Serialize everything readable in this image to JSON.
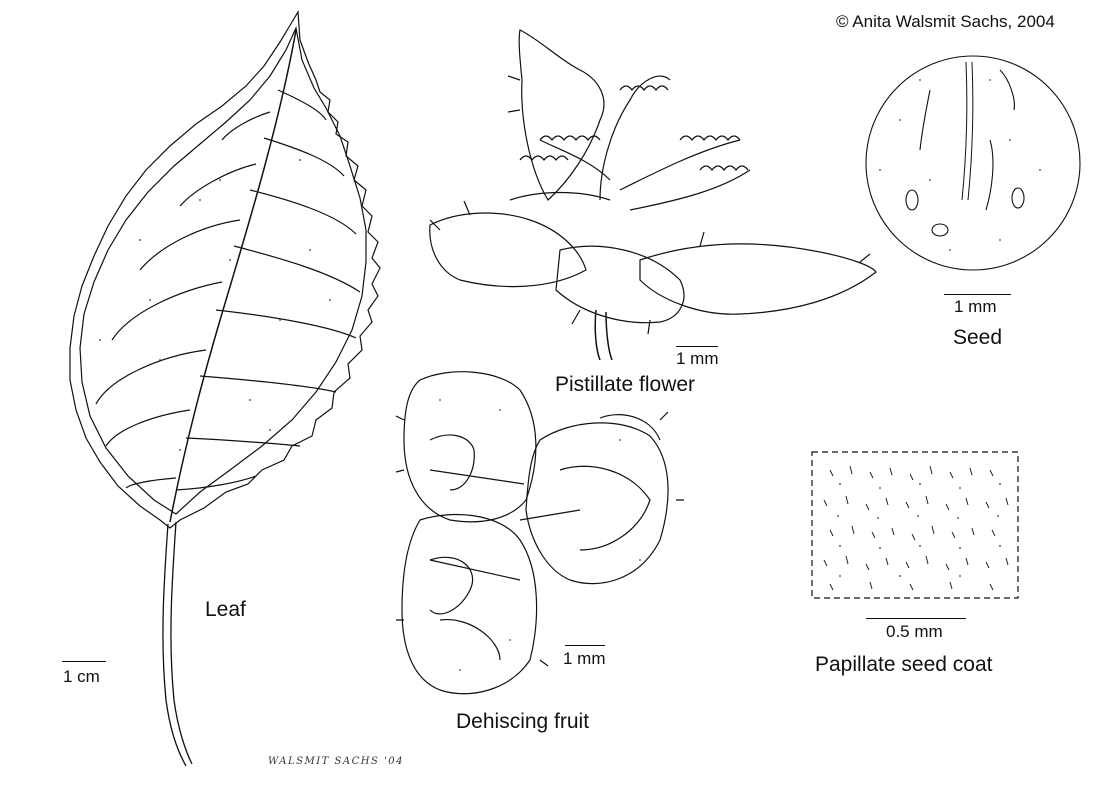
{
  "copyright": "© Anita Walsmit Sachs, 2004",
  "signature": "WALSMIT SACHS '04",
  "figures": [
    {
      "id": "leaf",
      "label": "Leaf",
      "scale": "1 cm"
    },
    {
      "id": "pistillate-flower",
      "label": "Pistillate flower",
      "scale": "1 mm"
    },
    {
      "id": "seed",
      "label": "Seed",
      "scale": "1 mm"
    },
    {
      "id": "dehiscing-fruit",
      "label": "Dehiscing fruit",
      "scale": "1 mm"
    },
    {
      "id": "papillate-seed-coat",
      "label": "Papillate seed coat",
      "scale": "0.5 mm"
    }
  ]
}
